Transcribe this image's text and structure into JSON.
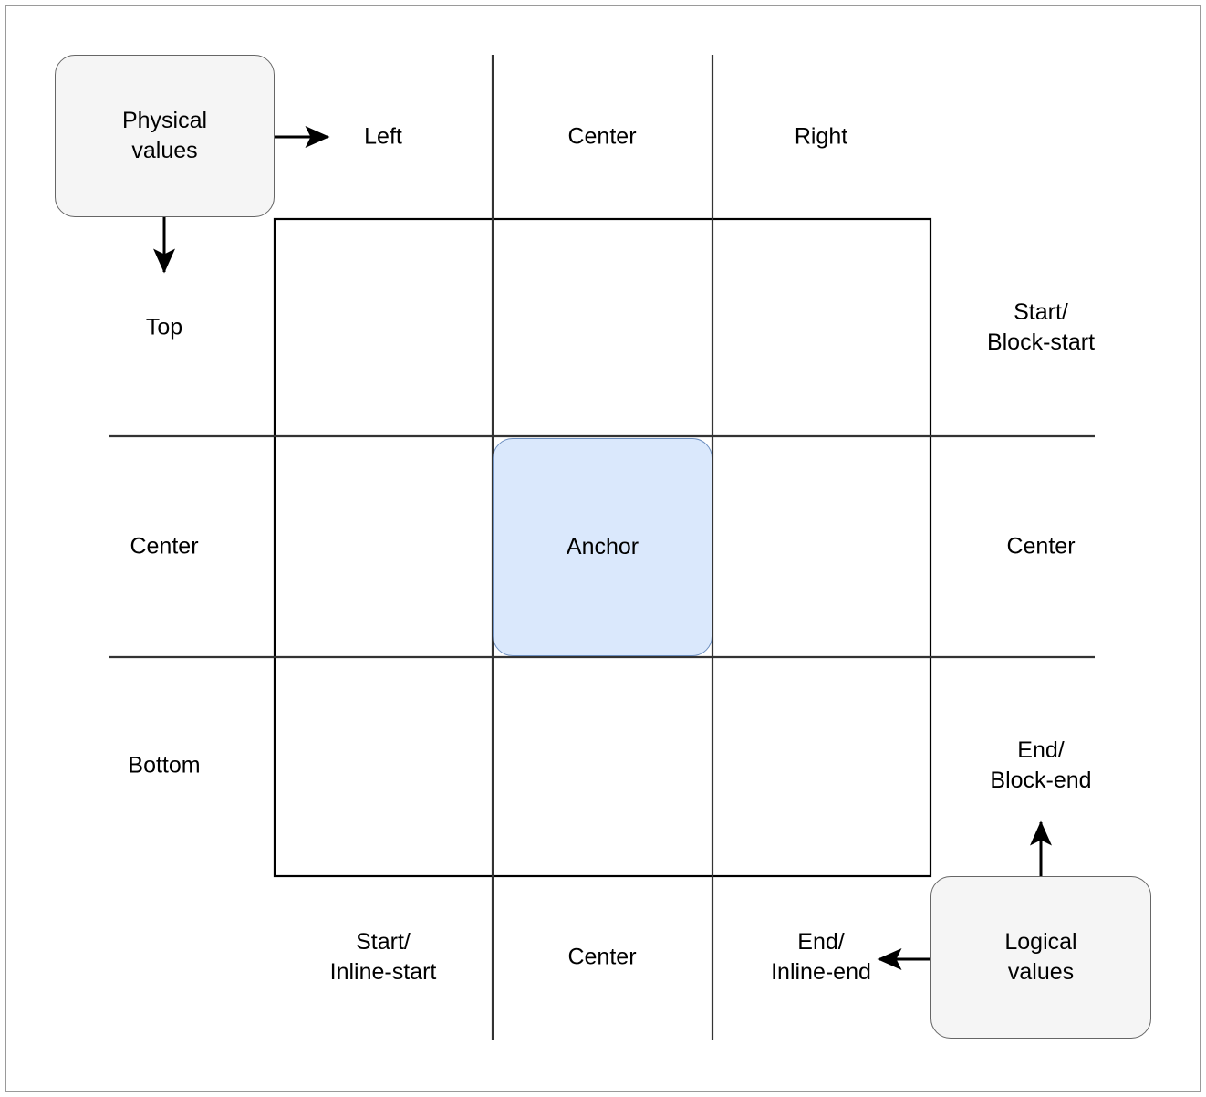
{
  "diagram": {
    "title": "CSS anchor positioning: physical vs logical values grid",
    "colors": {
      "anchor_fill": "#dae8fc",
      "anchor_stroke": "#6c8ebf",
      "source_fill": "#f5f5f5",
      "source_stroke": "#666666",
      "grid_stroke": "#000000",
      "axis_stroke": "#333333",
      "text": "#000000"
    }
  },
  "nodes": {
    "physical_values": {
      "label": "Physical\nvalues"
    },
    "logical_values": {
      "label": "Logical\nvalues"
    },
    "anchor": {
      "label": "Anchor"
    }
  },
  "labels": {
    "top_row": [
      {
        "name": "left",
        "text": "Left"
      },
      {
        "name": "center-top",
        "text": "Center"
      },
      {
        "name": "right",
        "text": "Right"
      }
    ],
    "left_column": [
      {
        "name": "top",
        "text": "Top"
      },
      {
        "name": "center-left",
        "text": "Center"
      },
      {
        "name": "bottom",
        "text": "Bottom"
      }
    ],
    "right_column": [
      {
        "name": "start-block-start",
        "text": "Start/\nBlock-start"
      },
      {
        "name": "center-right",
        "text": "Center"
      },
      {
        "name": "end-block-end",
        "text": "End/\nBlock-end"
      }
    ],
    "bottom_row": [
      {
        "name": "start-inline-start",
        "text": "Start/\nInline-start"
      },
      {
        "name": "center-bottom",
        "text": "Center"
      },
      {
        "name": "end-inline-end",
        "text": "End/\nInline-end"
      }
    ]
  },
  "arrows": [
    {
      "name": "physical-to-left",
      "direction": "right"
    },
    {
      "name": "physical-to-top",
      "direction": "down"
    },
    {
      "name": "logical-to-inline-end",
      "direction": "left"
    },
    {
      "name": "logical-to-block-end",
      "direction": "up"
    }
  ]
}
